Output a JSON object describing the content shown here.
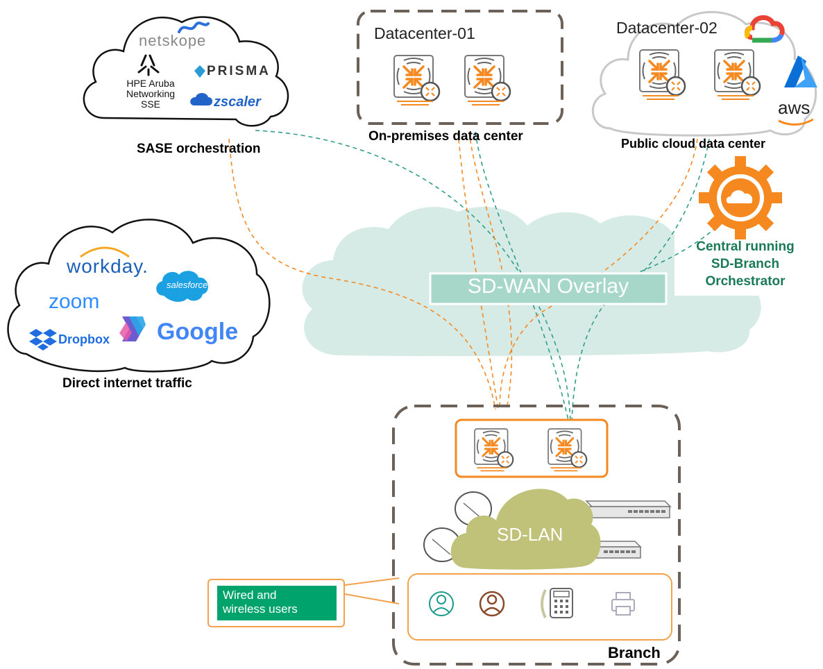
{
  "sase": {
    "label": "SASE orchestration",
    "vendors": {
      "netskope": "netskope",
      "hpe": "HPE Aruba Networking SSE",
      "hpe_lines": [
        "HPE Aruba",
        "Networking",
        "SSE"
      ],
      "prisma": "PRISMA",
      "zscaler": "zscaler"
    }
  },
  "direct_internet": {
    "label": "Direct internet traffic",
    "apps": {
      "workday": "workday.",
      "salesforce": "salesforce",
      "zoom": "zoom",
      "dropbox": "Dropbox",
      "google": "Google"
    }
  },
  "datacenter1": {
    "title": "Datacenter-01",
    "label": "On-premises data center"
  },
  "datacenter2": {
    "title": "Datacenter-02",
    "label": "Public cloud data center",
    "aws": "aws"
  },
  "overlay": {
    "label": "SD-WAN Overlay"
  },
  "orchestrator": {
    "lines": [
      "Central running",
      "SD-Branch",
      "Orchestrator"
    ]
  },
  "branch": {
    "label": "Branch",
    "sdlan": "SD-LAN"
  },
  "users_callout": {
    "lines": [
      "Wired and",
      "wireless users"
    ]
  },
  "colors": {
    "orange": "#f5891f",
    "teal_line": "#2e9e8a",
    "overlay_cloud": "#d7ebe6",
    "overlay_box": "#a7d7c9",
    "sdlan_cloud": "#c1c27a",
    "green_text": "#1a7a55",
    "callout_green": "#00a36c"
  }
}
